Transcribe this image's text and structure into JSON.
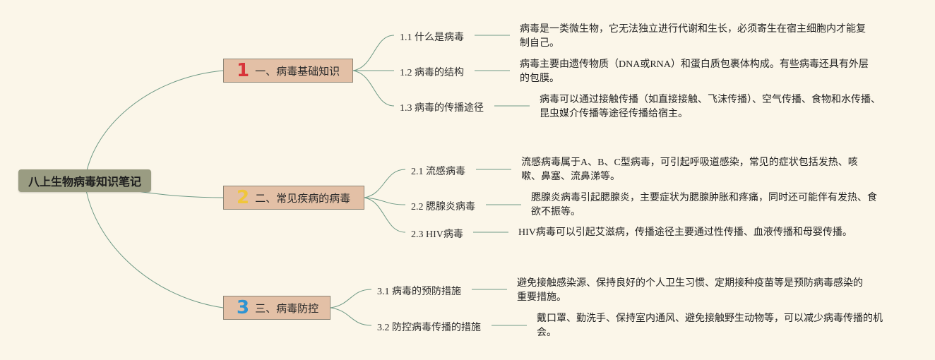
{
  "root": {
    "label": "八上生物病毒知识笔记"
  },
  "branches": [
    {
      "number": "1",
      "color": "#d8343a",
      "label": "一、病毒基础知识",
      "children": [
        {
          "label": "1.1 什么是病毒",
          "desc": "病毒是一类微生物，它无法独立进行代谢和生长，必须寄生在宿主细胞内才能复制自己。"
        },
        {
          "label": "1.2 病毒的结构",
          "desc": "病毒主要由遗传物质（DNA或RNA）和蛋白质包裹体构成。有些病毒还具有外层的包膜。"
        },
        {
          "label": "1.3 病毒的传播途径",
          "desc": "病毒可以通过接触传播（如直接接触、飞沫传播）、空气传播、食物和水传播、昆虫媒介传播等途径传播给宿主。"
        }
      ]
    },
    {
      "number": "2",
      "color": "#f0c63a",
      "label": "二、常见疾病的病毒",
      "children": [
        {
          "label": "2.1 流感病毒",
          "desc": "流感病毒属于A、B、C型病毒，可引起呼吸道感染，常见的症状包括发热、咳嗽、鼻塞、流鼻涕等。"
        },
        {
          "label": "2.2 腮腺炎病毒",
          "desc": "腮腺炎病毒引起腮腺炎，主要症状为腮腺肿胀和疼痛，同时还可能伴有发热、食欲不振等。"
        },
        {
          "label": "2.3 HIV病毒",
          "desc": "HIV病毒可以引起艾滋病，传播途径主要通过性传播、血液传播和母婴传播。"
        }
      ]
    },
    {
      "number": "3",
      "color": "#2e94d2",
      "label": "三、病毒防控",
      "children": [
        {
          "label": "3.1 病毒的预防措施",
          "desc": "避免接触感染源、保持良好的个人卫生习惯、定期接种疫苗等是预防病毒感染的重要措施。"
        },
        {
          "label": "3.2 防控病毒传播的措施",
          "desc": "戴口罩、勤洗手、保持室内通风、避免接触野生动物等，可以减少病毒传播的机会。"
        }
      ]
    }
  ],
  "colors": {
    "line": "#6f9a86",
    "root_bg": "#9a9c82",
    "branch_bg": "#e3c0a6",
    "background": "#fbf6e9"
  }
}
